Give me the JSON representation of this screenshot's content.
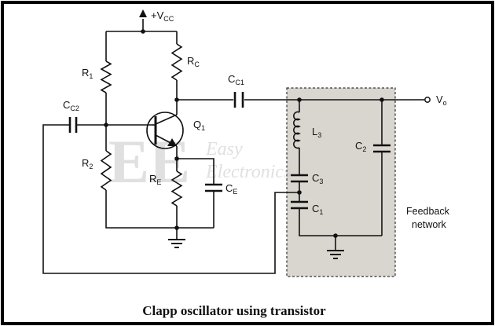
{
  "caption": "Clapp oscillator using transistor",
  "labels": {
    "vcc": "+V",
    "vcc_sub": "CC",
    "r1": "R",
    "r1_sub": "1",
    "rc": "R",
    "rc_sub": "C",
    "cc1": "C",
    "cc1_sub": "C1",
    "cc2": "C",
    "cc2_sub": "C2",
    "q1": "Q",
    "q1_sub": "1",
    "r2": "R",
    "r2_sub": "2",
    "re": "R",
    "re_sub": "E",
    "ce": "C",
    "ce_sub": "E",
    "l3": "L",
    "l3_sub": "3",
    "c3": "C",
    "c3_sub": "3",
    "c1": "C",
    "c1_sub": "1",
    "c2": "C",
    "c2_sub": "2",
    "vo": "V",
    "vo_sub": "o"
  },
  "feedback_label": {
    "line1": "Feedback",
    "line2": "network"
  },
  "watermark": {
    "logo": "EE",
    "line1": "Easy",
    "line2": "Electronics"
  },
  "colors": {
    "feedback_box_fill": "#d9d6cf",
    "ink": "#111111",
    "frame": "#000000"
  }
}
